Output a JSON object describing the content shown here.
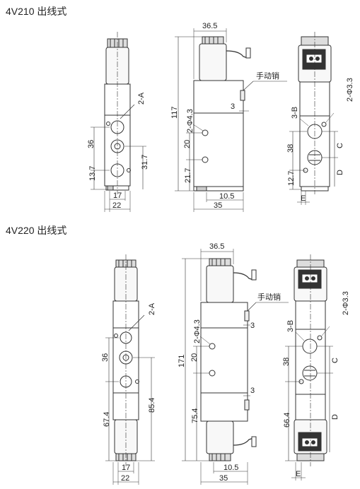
{
  "sections": [
    {
      "title": "4V210 出线式",
      "front": {
        "port_label": "2-A",
        "dims": [
          "36",
          "13.7",
          "31.7",
          "17",
          "22"
        ]
      },
      "side": {
        "dims": [
          "36.5",
          "117",
          "2-Φ4.3",
          "20",
          "21.7",
          "10.5",
          "35",
          "3"
        ],
        "manual_label": "手动销"
      },
      "rear": {
        "dims": [
          "2-Φ3.3",
          "3-B",
          "38",
          "C",
          "D",
          "12.7",
          "E"
        ]
      }
    },
    {
      "title": "4V220 出线式",
      "front": {
        "port_label": "2-A",
        "dims": [
          "36",
          "67.4",
          "85.4",
          "17",
          "22"
        ]
      },
      "side": {
        "dims": [
          "36.5",
          "171",
          "2-Φ4.3",
          "20",
          "75.4",
          "10.5",
          "35",
          "3",
          "3"
        ],
        "manual_label": "手动销"
      },
      "rear": {
        "dims": [
          "2-Φ3.3",
          "3-B",
          "38",
          "C",
          "D",
          "66.4",
          "E"
        ]
      }
    }
  ],
  "colors": {
    "line": "#333333",
    "fill": "#f4f4f4",
    "body": "#ffffff"
  }
}
